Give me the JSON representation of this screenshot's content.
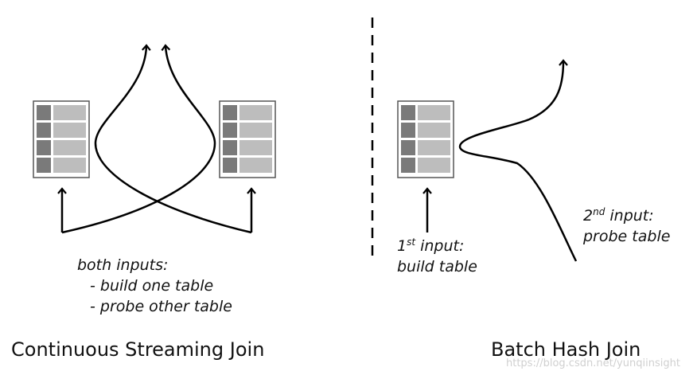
{
  "left_panel": {
    "note_line1": "both inputs:",
    "note_line2": "- build one table",
    "note_line3": "- probe other table",
    "caption": "Continuous Streaming Join"
  },
  "right_panel": {
    "first_input_ordinal": "1",
    "first_input_suffix": "st",
    "first_input_label": "input:",
    "first_input_table": "build table",
    "second_input_ordinal": "2",
    "second_input_suffix": "nd",
    "second_input_label": "input:",
    "second_input_table": "probe table",
    "caption": "Batch Hash Join"
  },
  "watermark": "https://blog.csdn.net/yunqiinsight",
  "colors": {
    "key_cell": "#7a7a7a",
    "value_cell": "#bdbdbd",
    "table_border": "#555555",
    "stroke": "#000000"
  }
}
